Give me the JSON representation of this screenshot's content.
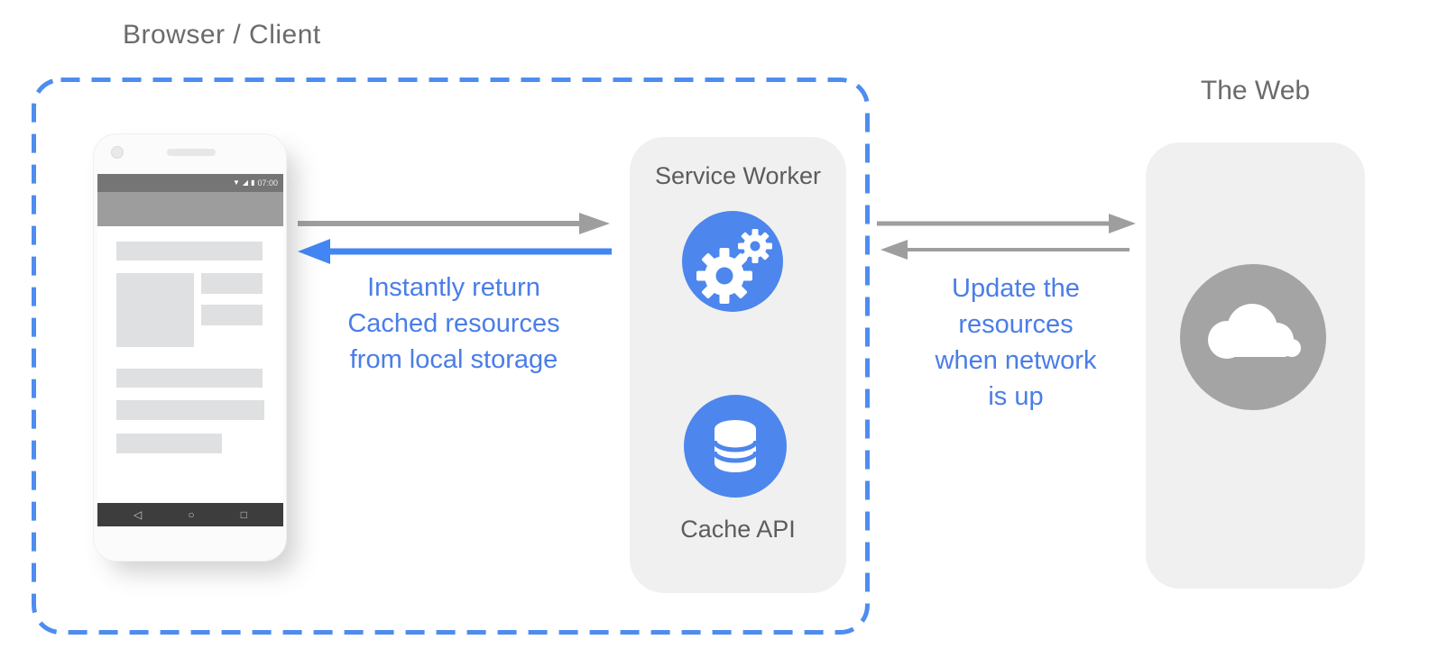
{
  "browser_client": {
    "label": "Browser / Client"
  },
  "web_panel": {
    "title": "The Web"
  },
  "service_worker_panel": {
    "title": "Service Worker",
    "cache_label": "Cache API"
  },
  "phone": {
    "status_time": "07:00"
  },
  "flows": {
    "cached_response": {
      "lines": [
        "Instantly return",
        "Cached resources",
        "from local storage"
      ]
    },
    "network_update": {
      "lines": [
        "Update the",
        "resources",
        "when network",
        "is up"
      ]
    }
  },
  "icons": {
    "wifi": "▼",
    "signal": "◢",
    "battery": "▮",
    "back": "◁",
    "home": "○",
    "recents": "□"
  },
  "colors": {
    "blue_arrow": "#4285f4",
    "blue_fill": "#4d86ec",
    "blue_text": "#4a7de8",
    "blue_dash": "#4e8cf0",
    "gray_arrow": "#9e9e9e",
    "panel_bg": "#f0f0f1",
    "label_gray": "#5b5c5e"
  }
}
